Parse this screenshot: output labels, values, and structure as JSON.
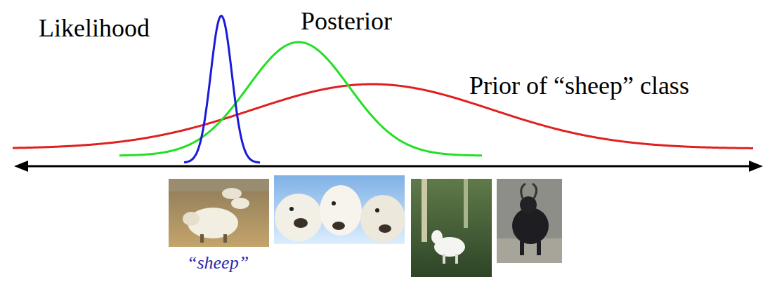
{
  "diagram": {
    "labels": [
      "Likelihood",
      "Posterior",
      "Prior of “sheep” class",
      "“sheep”"
    ]
  }
}
